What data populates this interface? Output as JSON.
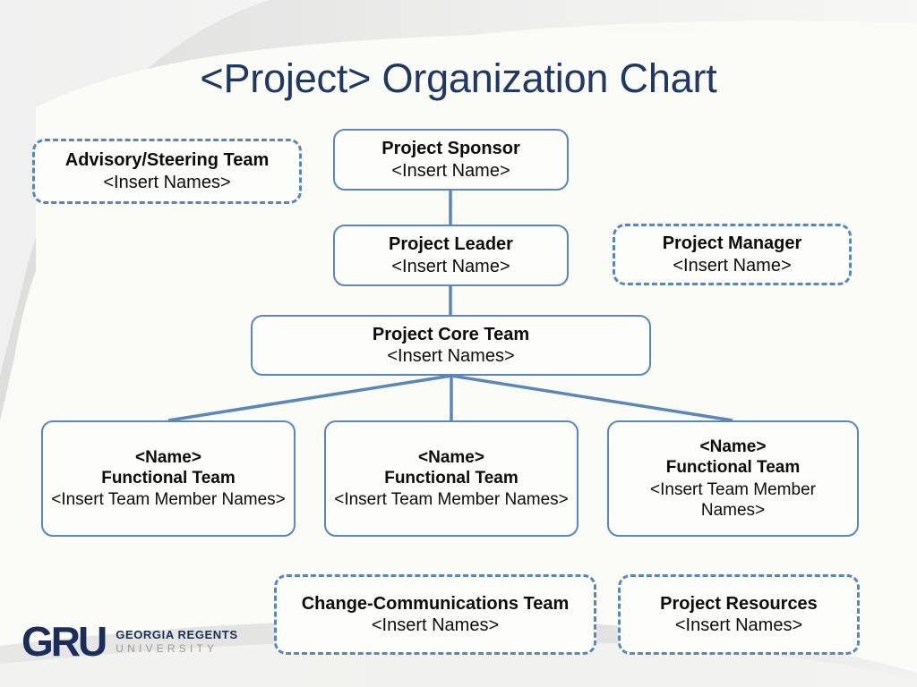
{
  "slide": {
    "title": "<Project> Organization Chart",
    "background_color": "#fafaf6",
    "title_color": "#1f3864",
    "accent_color": "#5b87b8"
  },
  "nodes": {
    "advisory": {
      "title": "Advisory/Steering Team",
      "subtitle": "<Insert Names>",
      "border": "dashed"
    },
    "sponsor": {
      "title": "Project Sponsor",
      "subtitle": "<Insert Name>",
      "border": "solid"
    },
    "leader": {
      "title": "Project Leader",
      "subtitle": "<Insert Name>",
      "border": "solid"
    },
    "manager": {
      "title": "Project Manager",
      "subtitle": "<Insert Name>",
      "border": "dashed"
    },
    "core": {
      "title": "Project Core Team",
      "subtitle": "<Insert Names>",
      "border": "solid"
    },
    "func1": {
      "name": "<Name>",
      "title": "Functional Team",
      "subtitle": "<Insert Team Member Names>",
      "border": "solid"
    },
    "func2": {
      "name": "<Name>",
      "title": "Functional Team",
      "subtitle": "<Insert Team Member Names>",
      "border": "solid"
    },
    "func3": {
      "name": "<Name>",
      "title": "Functional Team",
      "subtitle": "<Insert Team Member Names>",
      "border": "solid"
    },
    "change": {
      "title": "Change-Communications Team",
      "subtitle": "<Insert Names>",
      "border": "dashed"
    },
    "resources": {
      "title": "Project Resources",
      "subtitle": "<Insert Names>",
      "border": "dashed"
    }
  },
  "logo": {
    "mark": "GRU",
    "line1": "GEORGIA REGENTS",
    "line2": "UNIVERSITY",
    "mark_color": "#1c2d59",
    "line2_color": "#9a9a9a"
  }
}
